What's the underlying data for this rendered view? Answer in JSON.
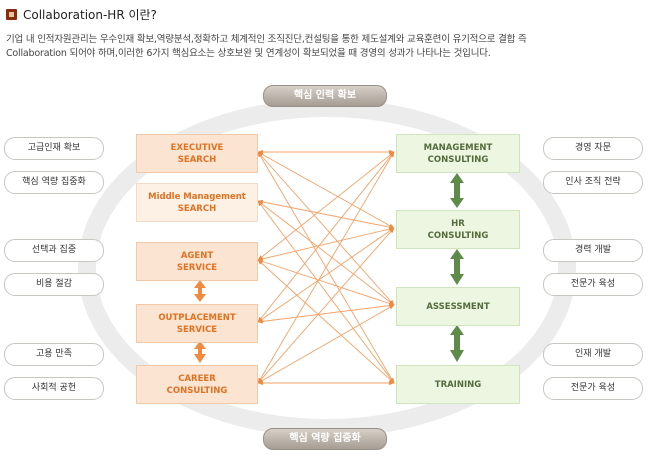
{
  "header": {
    "title": "Collaboration-HR 이란?"
  },
  "intro": {
    "line1": "기업 내 인적자원관리는 우수인재 확보,역량분석,정확하고 체계적인 조직진단,컨설팅을 통한 제도설계와 교육훈련이 유기적으로 결합 즉",
    "line2": "Collaboration 되어야 하며,이러한 6가지 핵심요소는 상호보완 및 연계성이 확보되었을 때 경영의 성과가 나타나는 것입니다."
  },
  "top_label": "핵심 인력 확보",
  "bottom_label": "핵심 역량 집중화",
  "left_items": [
    "고급인재 확보",
    "핵심 역량 집중화",
    "선택과 집중",
    "비용 절감",
    "고용 만족",
    "사회적 공헌"
  ],
  "right_items": [
    "경영 자문",
    "인사 조직 전략",
    "경력 개발",
    "전문가 육성",
    "인재 개발",
    "전문가 육성"
  ],
  "services": [
    {
      "line1": "EXECUTIVE",
      "line2": "SEARCH"
    },
    {
      "line1": "Middle Management",
      "line2": "SEARCH"
    },
    {
      "line1": "AGENT",
      "line2": "SERVICE"
    },
    {
      "line1": "OUTPLACEMENT",
      "line2": "SERVICE"
    },
    {
      "line1": "CAREER",
      "line2": "CONSULTING"
    }
  ],
  "consulting": [
    {
      "line1": "MANAGEMENT",
      "line2": "CONSULTING"
    },
    {
      "line1": "HR",
      "line2": "CONSULTING"
    },
    {
      "line1": "ASSESSMENT",
      "line2": ""
    },
    {
      "line1": "TRAINING",
      "line2": ""
    }
  ],
  "colors": {
    "orange": "#f08a40",
    "green": "#5e8a4a",
    "ellipse": "#ececec"
  }
}
